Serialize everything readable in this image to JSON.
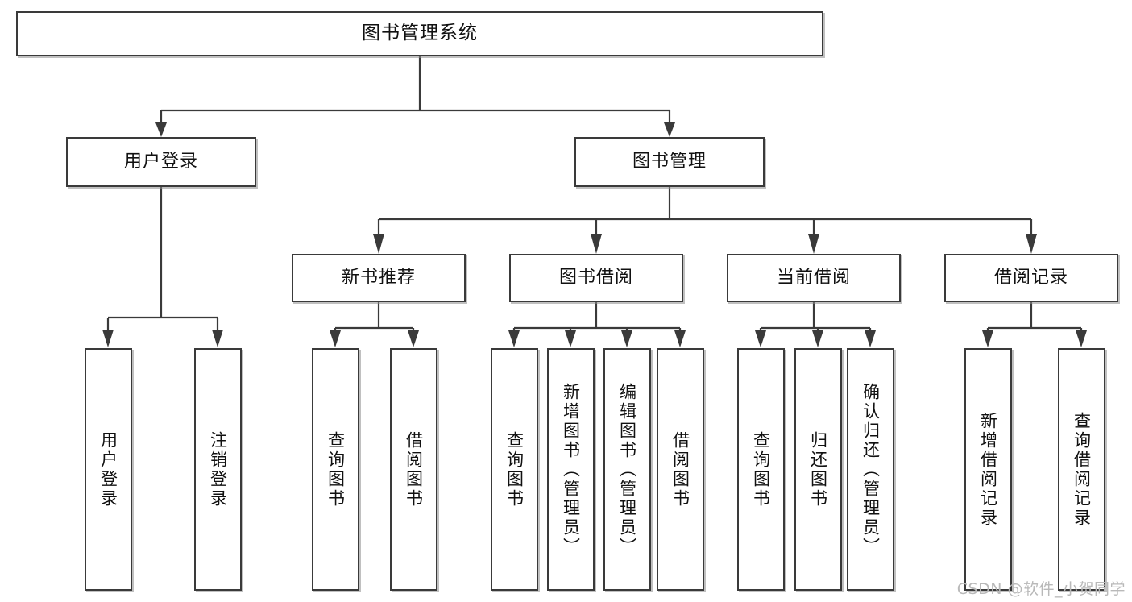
{
  "diagram": {
    "title": "图书管理系统",
    "type": "tree",
    "orientation": "top-down",
    "colors": {
      "box_border": "#3a3a3a",
      "box_fill": "#ffffff",
      "connector": "#3a3a3a",
      "background": "#ffffff",
      "watermark": "#b9b9b9"
    }
  },
  "watermark": {
    "text": "CSDN @软件_小贺同学"
  },
  "nodes": {
    "root": {
      "label": "图书管理系统"
    },
    "level1": [
      {
        "label": "用户登录"
      },
      {
        "label": "图书管理"
      }
    ],
    "level2": [
      {
        "label": "新书推荐"
      },
      {
        "label": "图书借阅"
      },
      {
        "label": "当前借阅"
      },
      {
        "label": "借阅记录"
      }
    ],
    "leaves": {
      "user_login": [
        {
          "label": "用户登录"
        },
        {
          "label": "注销登录"
        }
      ],
      "new_book": [
        {
          "label": "查询图书"
        },
        {
          "label": "借阅图书"
        }
      ],
      "book_borrow": [
        {
          "label": "查询图书"
        },
        {
          "label": "新增图书（管理员）"
        },
        {
          "label": "编辑图书（管理员）"
        },
        {
          "label": "借阅图书"
        }
      ],
      "current_borrow": [
        {
          "label": "查询图书"
        },
        {
          "label": "归还图书"
        },
        {
          "label": "确认归还（管理员）"
        }
      ],
      "borrow_record": [
        {
          "label": "新增借阅记录"
        },
        {
          "label": "查询借阅记录"
        }
      ]
    }
  },
  "tree_data": {
    "name": "图书管理系统",
    "children": [
      {
        "name": "用户登录",
        "children": [
          {
            "name": "用户登录"
          },
          {
            "name": "注销登录"
          }
        ]
      },
      {
        "name": "图书管理",
        "children": [
          {
            "name": "新书推荐",
            "children": [
              {
                "name": "查询图书"
              },
              {
                "name": "借阅图书"
              }
            ]
          },
          {
            "name": "图书借阅",
            "children": [
              {
                "name": "查询图书"
              },
              {
                "name": "新增图书（管理员）"
              },
              {
                "name": "编辑图书（管理员）"
              },
              {
                "name": "借阅图书"
              }
            ]
          },
          {
            "name": "当前借阅",
            "children": [
              {
                "name": "查询图书"
              },
              {
                "name": "归还图书"
              },
              {
                "name": "确认归还（管理员）"
              }
            ]
          },
          {
            "name": "借阅记录",
            "children": [
              {
                "name": "新增借阅记录"
              },
              {
                "name": "查询借阅记录"
              }
            ]
          }
        ]
      }
    ]
  }
}
